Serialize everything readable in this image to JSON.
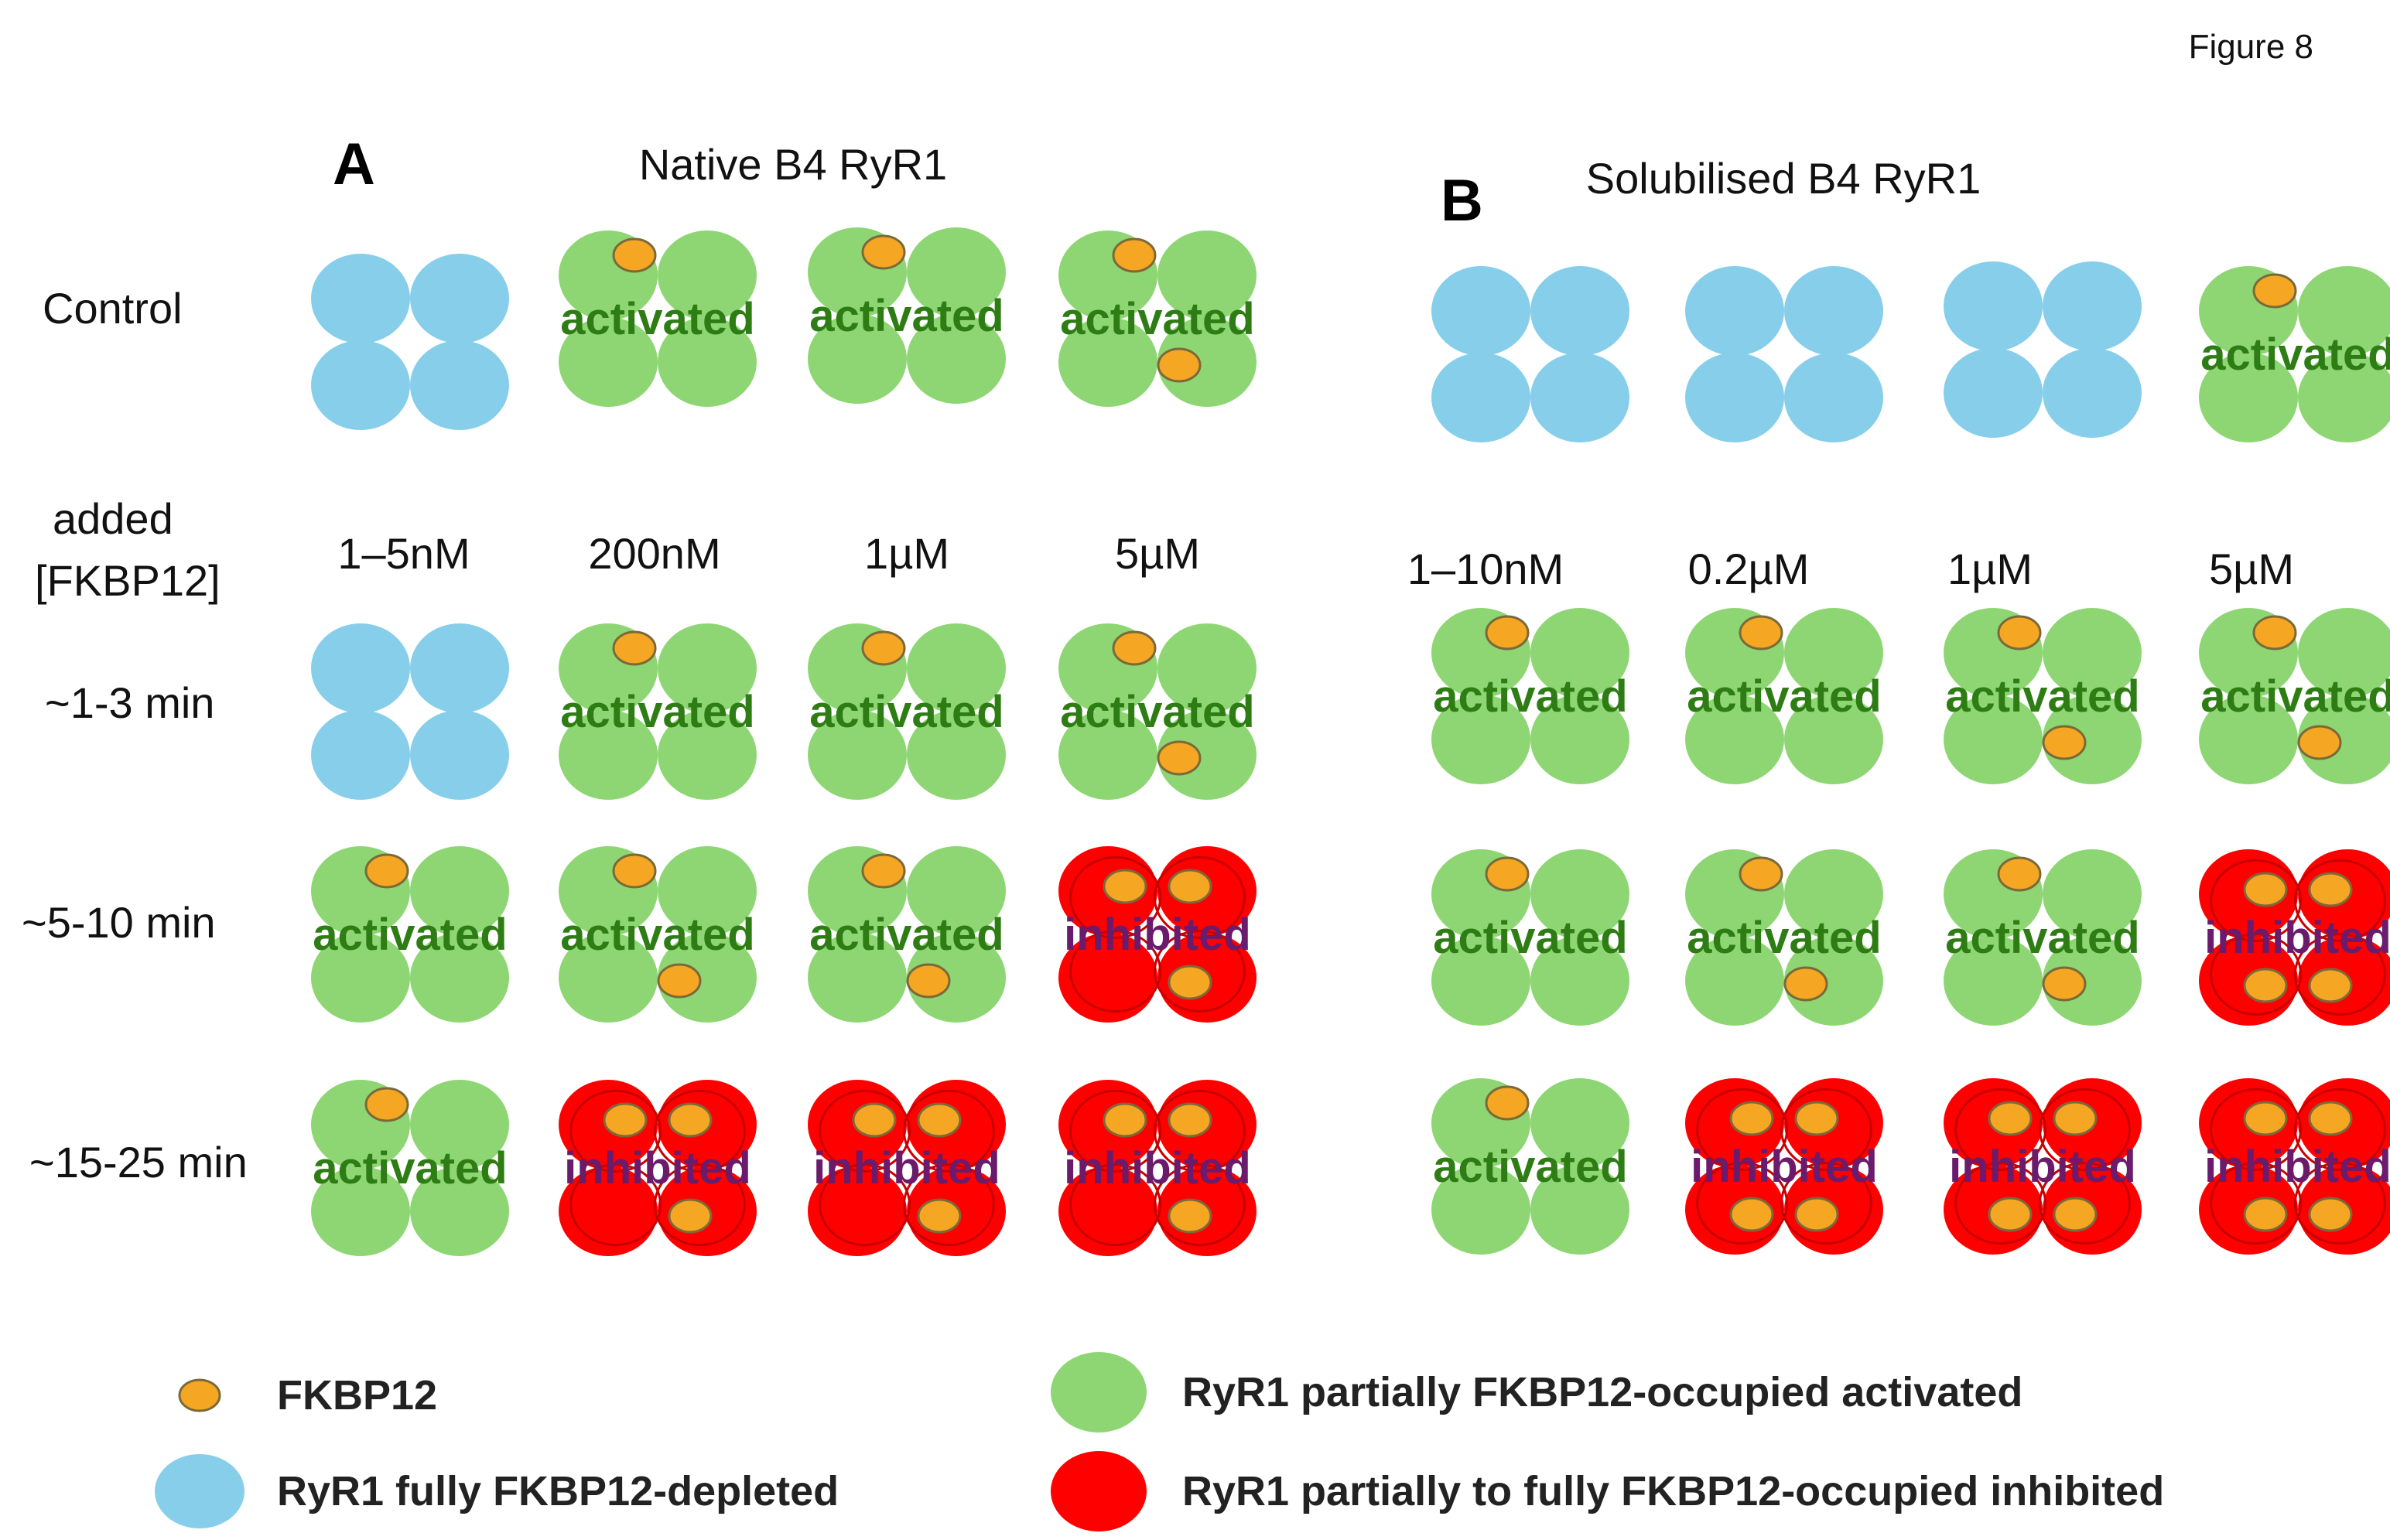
{
  "figure_label": "Figure 8",
  "colors": {
    "depleted": "#87ceeb",
    "activated": "#8ed673",
    "inhibited": "#ff0000",
    "fkbp": "#f5a623",
    "fkbp_stroke": "#7a6a3a",
    "activated_text": "#2e7d14",
    "inhibited_text": "#6a1b6b"
  },
  "panels": [
    {
      "letter": "A",
      "title": "Native B4 RyR1",
      "concentrations": [
        "1–5nM",
        "200nM",
        "1µM",
        "5µM"
      ],
      "control": [
        {
          "state": "depleted",
          "label": "",
          "fkbp": 0
        },
        {
          "state": "activated",
          "label": "activated",
          "fkbp": 1
        },
        {
          "state": "activated",
          "label": "activated",
          "fkbp": 1
        },
        {
          "state": "activated",
          "label": "activated",
          "fkbp": 2
        }
      ],
      "rows": [
        [
          {
            "state": "depleted",
            "label": "",
            "fkbp": 0
          },
          {
            "state": "activated",
            "label": "activated",
            "fkbp": 1
          },
          {
            "state": "activated",
            "label": "activated",
            "fkbp": 1
          },
          {
            "state": "activated",
            "label": "activated",
            "fkbp": 2
          }
        ],
        [
          {
            "state": "activated",
            "label": "activated",
            "fkbp": 1
          },
          {
            "state": "activated",
            "label": "activated",
            "fkbp": 2
          },
          {
            "state": "activated",
            "label": "activated",
            "fkbp": 2
          },
          {
            "state": "inhibited",
            "label": "inhibited",
            "fkbp": 3
          }
        ],
        [
          {
            "state": "activated",
            "label": "activated",
            "fkbp": 1
          },
          {
            "state": "inhibited",
            "label": "inhibited",
            "fkbp": 3
          },
          {
            "state": "inhibited",
            "label": "inhibited",
            "fkbp": 3
          },
          {
            "state": "inhibited",
            "label": "inhibited",
            "fkbp": 3
          }
        ]
      ]
    },
    {
      "letter": "B",
      "title": "Solubilised B4 RyR1",
      "concentrations": [
        "1–10nM",
        "0.2µM",
        "1µM",
        "5µM"
      ],
      "control": [
        {
          "state": "depleted",
          "label": "",
          "fkbp": 0
        },
        {
          "state": "depleted",
          "label": "",
          "fkbp": 0
        },
        {
          "state": "depleted",
          "label": "",
          "fkbp": 0
        },
        {
          "state": "activated",
          "label": "activated",
          "fkbp": 1
        }
      ],
      "rows": [
        [
          {
            "state": "activated",
            "label": "activated",
            "fkbp": 1
          },
          {
            "state": "activated",
            "label": "activated",
            "fkbp": 1
          },
          {
            "state": "activated",
            "label": "activated",
            "fkbp": 2
          },
          {
            "state": "activated",
            "label": "activated",
            "fkbp": 2
          }
        ],
        [
          {
            "state": "activated",
            "label": "activated",
            "fkbp": 1
          },
          {
            "state": "activated",
            "label": "activated",
            "fkbp": 2
          },
          {
            "state": "activated",
            "label": "activated",
            "fkbp": 2
          },
          {
            "state": "inhibited",
            "label": "inhibited",
            "fkbp": 4
          }
        ],
        [
          {
            "state": "activated",
            "label": "activated",
            "fkbp": 1
          },
          {
            "state": "inhibited",
            "label": "inhibited",
            "fkbp": 4
          },
          {
            "state": "inhibited",
            "label": "inhibited",
            "fkbp": 4
          },
          {
            "state": "inhibited",
            "label": "inhibited",
            "fkbp": 4
          }
        ]
      ]
    }
  ],
  "row_labels": {
    "control": "Control",
    "added_line1": "added",
    "added_line2": "[FKBP12]",
    "times": [
      "~1-3  min",
      "~5-10 min",
      "~15-25 min"
    ]
  },
  "legend": [
    {
      "kind": "fkbp",
      "text": "FKBP12"
    },
    {
      "kind": "depleted",
      "text": "RyR1 fully FKBP12-depleted"
    },
    {
      "kind": "activated",
      "text": "RyR1 partially FKBP12-occupied activated"
    },
    {
      "kind": "inhibited",
      "text": "RyR1 partially  to fully FKBP12-occupied inhibited"
    }
  ]
}
